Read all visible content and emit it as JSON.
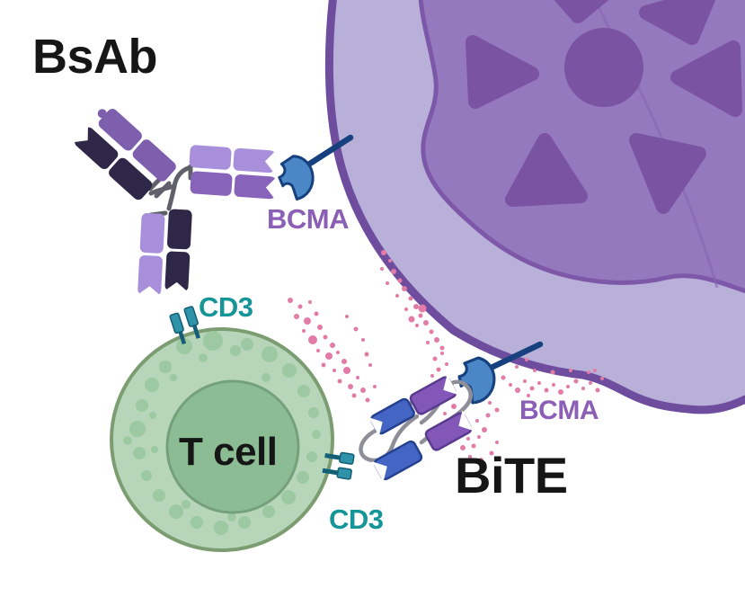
{
  "labels": {
    "bsab": "BsAb",
    "bite": "BiTE",
    "t_cell": "T cell",
    "bcma_top": "BCMA",
    "bcma_bottom": "BCMA",
    "cd3_top": "CD3",
    "cd3_bottom": "CD3"
  },
  "colors": {
    "background": "#ffffff",
    "label_dark": "#161616",
    "bcma_label": "#8a5fb5",
    "cd3_label": "#169598",
    "myeloma_membrane": "#6f4d9e",
    "myeloma_cytoplasm": "#b9b0d9",
    "myeloma_nucleus": "#9579be",
    "myeloma_nucleus_edge": "#7e58a8",
    "chromatin": "#7a53a3",
    "nucleus_streak": "#8465b2",
    "tcell_body": "#b7d6b9",
    "tcell_edge": "#7c9d72",
    "tcell_nucleus": "#8cbc93",
    "tcell_nucleus_edge": "#74a07b",
    "tcell_granule": "#9cc8a2",
    "cd3_head": "#2e93a8",
    "cd3_stem": "#135f75",
    "bcma_fill": "#4b86c7",
    "bcma_stem": "#16417e",
    "ab_dark": "#2e2747",
    "ab_mid": "#7e5fae",
    "ab_light": "#a78fdb",
    "ab_mid2": "#8764ba",
    "bite_blue": "#4565c4",
    "bite_blue_edge": "#24408f",
    "bite_purple": "#8257b8",
    "bite_purple_edge": "#5a3a8e",
    "linker": "#8e8e99",
    "hinge": "#60606b",
    "cytokine": "#e27ca6"
  }
}
